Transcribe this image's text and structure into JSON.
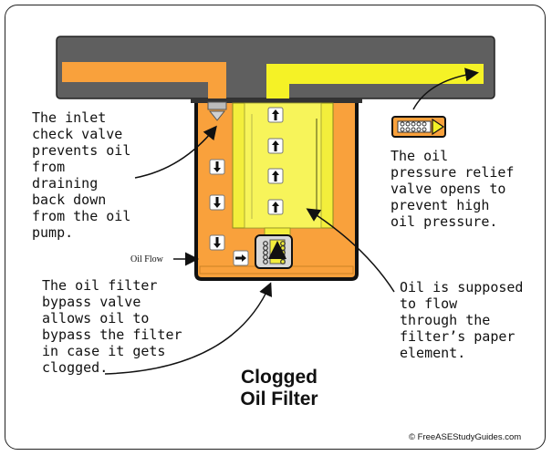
{
  "annotations": {
    "inlet_check_valve": [
      "The inlet",
      "check valve",
      "prevents oil",
      "from",
      "draining",
      "back down",
      "from the oil",
      "pump."
    ],
    "pressure_relief_valve": [
      "The oil",
      "pressure relief",
      "valve opens to",
      "prevent high",
      "oil pressure."
    ],
    "bypass_valve": [
      "The oil filter",
      "bypass valve",
      "allows oil to",
      "bypass the filter",
      "in case it gets",
      "clogged."
    ],
    "paper_element": [
      "Oil is supposed",
      "to flow",
      "through the",
      "filter’s paper",
      "element."
    ],
    "oil_flow_label": "Oil Flow"
  },
  "title": [
    "Clogged",
    "Oil Filter"
  ],
  "credit": "© FreeASEStudyGuides.com",
  "colors": {
    "engine_block": "#5f5f5f",
    "oil_orange": "#f9a13c",
    "oil_yellow": "#f5f226",
    "filter_yellow": "#f3ee3c",
    "outline": "#111111"
  }
}
